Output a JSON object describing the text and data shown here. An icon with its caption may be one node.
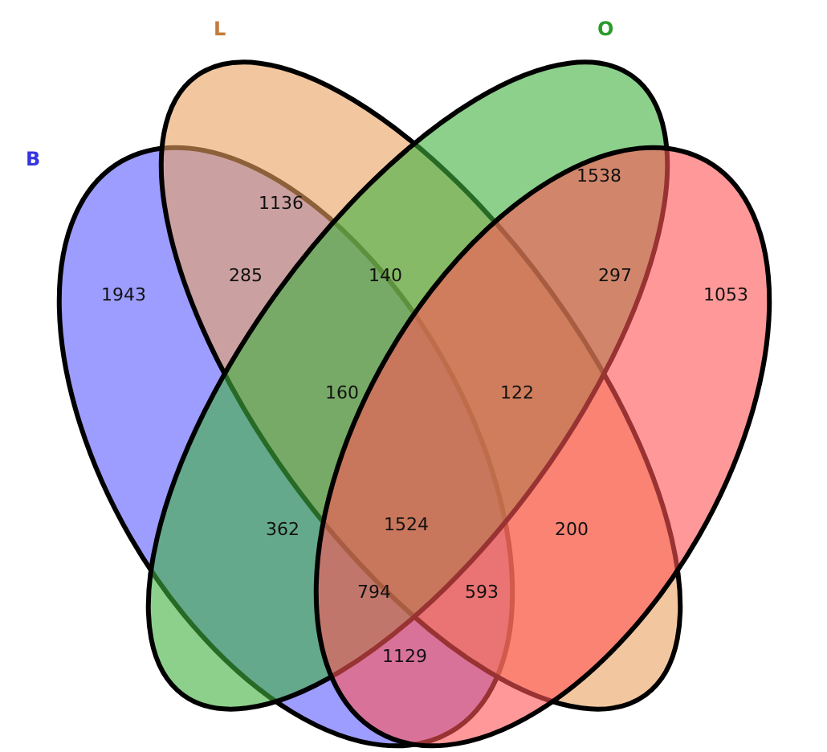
{
  "diagram": {
    "nodes": [
      {
        "text": [
          "B"
        ]
      },
      {
        "text": [
          "L"
        ]
      },
      {
        "text": [
          "O"
        ]
      },
      {
        "text": [],
        "shape": "ellipse"
      }
    ],
    "labels": [
      "1136",
      "1538",
      "285",
      "140",
      "297",
      "1943",
      "1053",
      "160",
      "122",
      "362",
      "1524",
      "200",
      "794",
      "593",
      "1129"
    ]
  }
}
